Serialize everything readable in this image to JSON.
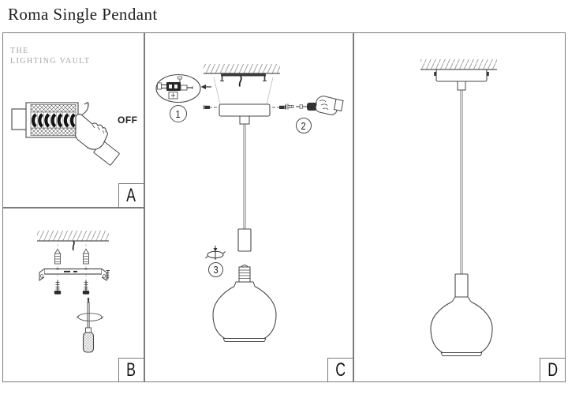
{
  "title": "Roma Single Pendant",
  "brand": {
    "line1": "THE",
    "line2": "LIGHTING VAULT"
  },
  "panels": {
    "a": {
      "label": "A",
      "off_label": "OFF"
    },
    "b": {
      "label": "B"
    },
    "c": {
      "label": "C",
      "step1": "1",
      "step2": "2",
      "step3": "3"
    },
    "d": {
      "label": "D"
    }
  },
  "colors": {
    "line": "#474747",
    "frame": "#7c7c7c",
    "brand_gray": "#a5a5a5",
    "ink": "#161616"
  }
}
